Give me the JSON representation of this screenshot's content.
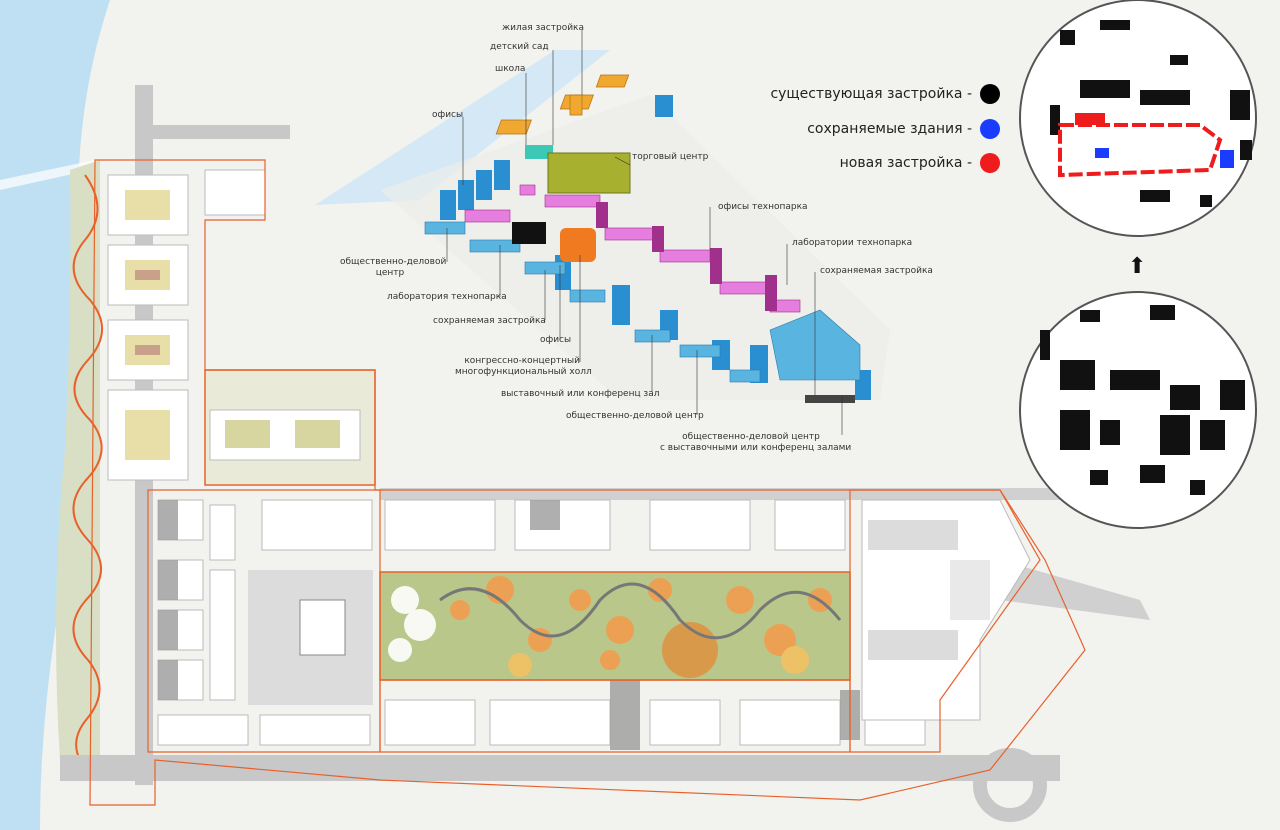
{
  "legend": {
    "existing": {
      "label": "существующая застройка -",
      "color": "#000000"
    },
    "preserved": {
      "label": "сохраняемые здания -",
      "color": "#1a3cff"
    },
    "new": {
      "label": "новая застройка -",
      "color": "#ee1c1c"
    }
  },
  "axon_labels": {
    "residential": "жилая застройка",
    "kindergarten": "детский сад",
    "school": "школа",
    "offices_top": "офисы",
    "mall": "торговый центр",
    "technopark_offices": "офисы технопарка",
    "technopark_labs": "лаборатории технопарка",
    "preserved_right": "сохраняемая застройка",
    "business_center_left_1": "общественно-деловой",
    "business_center_left_2": "центр",
    "technopark_lab": "лаборатория технопарка",
    "preserved_left": "сохраняемая застройка",
    "offices_mid": "офисы",
    "congress_1": "конгрессно-концертный",
    "congress_2": "многофункциональный холл",
    "exhibition": "выставочный или конференц зал",
    "business_center_bottom": "общественно-деловой центр",
    "business_expo_1": "общественно-деловой центр",
    "business_expo_2": "с выставочными или конференц залами"
  },
  "colors": {
    "residential": "#f0a830",
    "school": "#3cc8b4",
    "offices": "#2a8fd0",
    "mall": "#a8b030",
    "technopark": "#e67ee0",
    "technopark_dark": "#a0308c",
    "congress": "#f07a20",
    "business": "#5ab4e0",
    "water": "#bfe0f2",
    "boundary": "#e8612c",
    "park_orange": "#f59a4a",
    "park_green": "#a8bd6a"
  }
}
